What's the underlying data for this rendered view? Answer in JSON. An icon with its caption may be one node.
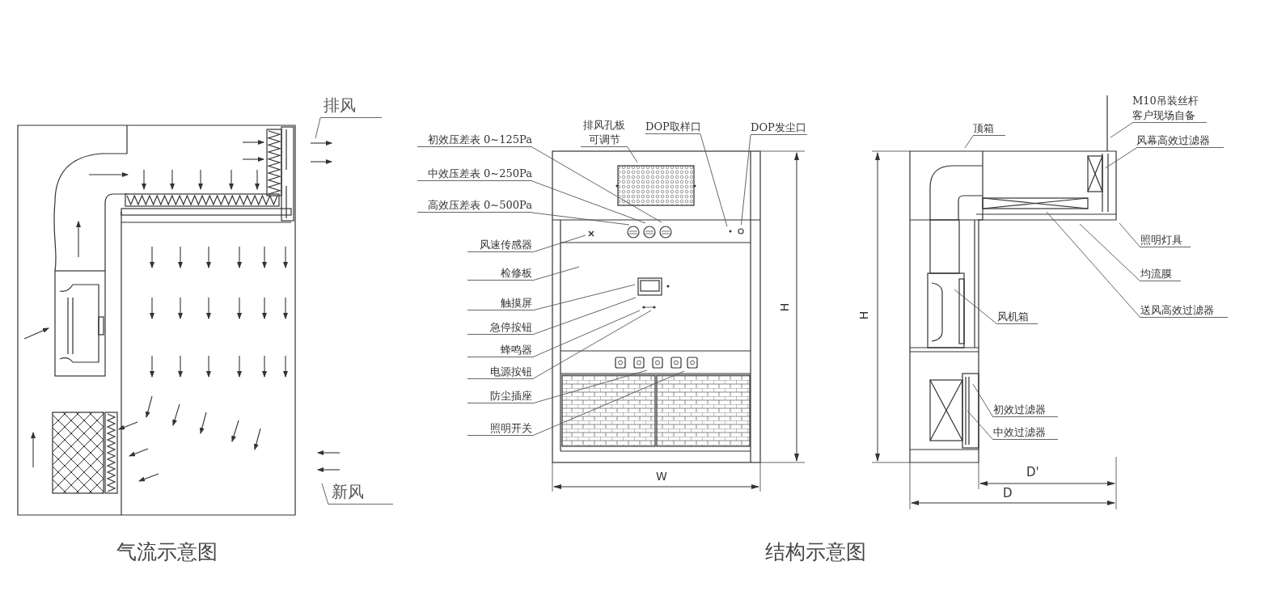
{
  "diagram": {
    "nodes": [
      {
        "text": [
          "排风"
        ]
      },
      {
        "text": [
          "新风"
        ]
      },
      {
        "text": [
          "初效压差表 0~125Pa"
        ]
      },
      {
        "text": [
          "中效压差表 0~250Pa"
        ]
      },
      {
        "text": [
          "高效压差表 0~500Pa"
        ]
      },
      {
        "text": [
          "排风孔板可调节"
        ]
      },
      {
        "text": [
          "DOP取样口"
        ]
      },
      {
        "text": [
          "DOP发尘口"
        ]
      },
      {
        "text": [
          "风速传感器"
        ]
      },
      {
        "text": [
          "检修板"
        ]
      },
      {
        "text": [
          "触摸屏"
        ]
      },
      {
        "text": [
          "急停按钮"
        ]
      },
      {
        "text": [
          "蜂鸣器"
        ]
      },
      {
        "text": [
          "电源按钮"
        ]
      },
      {
        "text": [
          "防尘插座"
        ]
      },
      {
        "text": [
          "照明开关"
        ]
      },
      {
        "text": [
          "顶箱"
        ]
      },
      {
        "text": [
          "M10吊装丝杆客户现场自备"
        ]
      },
      {
        "text": [
          "风幕高效过滤器"
        ]
      },
      {
        "text": [
          "照明灯具"
        ]
      },
      {
        "text": [
          "均流膜"
        ]
      },
      {
        "text": [
          "送风高效过滤器"
        ]
      },
      {
        "text": [
          "风机箱"
        ]
      },
      {
        "text": [
          "初效过滤器"
        ]
      },
      {
        "text": [
          "中效过滤器"
        ]
      },
      {
        "text": [],
        "shape": "picture"
      },
      {
        "text": [],
        "shape": "picture"
      }
    ],
    "edges": [
      {
        "from": 0,
        "to": null,
        "arrow": "none"
      },
      {
        "from": 1,
        "to": null,
        "arrow": "none"
      },
      {
        "from": 2,
        "to": 25,
        "arrow": "none"
      },
      {
        "from": 3,
        "to": 25,
        "arrow": "none"
      },
      {
        "from": 4,
        "to": 25,
        "arrow": "none"
      },
      {
        "from": 5,
        "to": 25,
        "arrow": "none"
      },
      {
        "from": 6,
        "to": 25,
        "arrow": "none"
      },
      {
        "from": 7,
        "to": 25,
        "arrow": "none"
      },
      {
        "from": 8,
        "to": 25,
        "arrow": "none"
      },
      {
        "from": 9,
        "to": 25,
        "arrow": "none"
      },
      {
        "from": 10,
        "to": 25,
        "arrow": "none"
      },
      {
        "from": 11,
        "to": 25,
        "arrow": "none"
      },
      {
        "from": 12,
        "to": 25,
        "arrow": "none"
      },
      {
        "from": 13,
        "to": 25,
        "arrow": "none"
      },
      {
        "from": 14,
        "to": 25,
        "arrow": "none"
      },
      {
        "from": 15,
        "to": 25,
        "arrow": "none"
      },
      {
        "from": 16,
        "to": 26,
        "arrow": "none"
      },
      {
        "from": 17,
        "to": 26,
        "arrow": "none"
      },
      {
        "from": 18,
        "to": 26,
        "arrow": "none"
      },
      {
        "from": 19,
        "to": 26,
        "arrow": "none"
      },
      {
        "from": 20,
        "to": 26,
        "arrow": "none"
      },
      {
        "from": 21,
        "to": 26,
        "arrow": "none"
      },
      {
        "from": 22,
        "to": 26,
        "arrow": "none"
      },
      {
        "from": 23,
        "to": 26,
        "arrow": "none"
      },
      {
        "from": 24,
        "to": 26,
        "arrow": "none"
      }
    ],
    "labels": [
      "H",
      "W",
      "H",
      "D'",
      "D",
      "气流示意图",
      "结构示意图"
    ]
  }
}
